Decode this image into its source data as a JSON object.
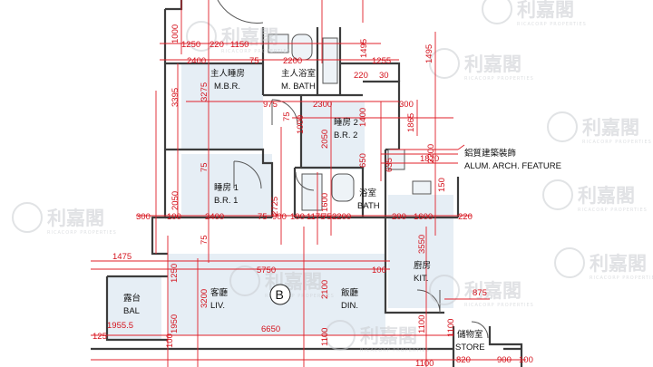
{
  "flat_label": "B",
  "rooms": {
    "master_bedroom": {
      "zh": "主人睡房",
      "en": "M.B.R."
    },
    "master_bath": {
      "zh": "主人浴室",
      "en": "M. BATH"
    },
    "bedroom2": {
      "zh": "睡房 2",
      "en": "B.R. 2"
    },
    "bedroom1": {
      "zh": "睡房 1",
      "en": "B.R. 1"
    },
    "bath": {
      "zh": "浴室",
      "en": "BATH"
    },
    "kitchen": {
      "zh": "廚房",
      "en": "KIT."
    },
    "living": {
      "zh": "客廳",
      "en": "LIV."
    },
    "dining": {
      "zh": "飯廳",
      "en": "DIN."
    },
    "balcony": {
      "zh": "露台",
      "en": "BAL"
    },
    "store": {
      "zh": "儲物室",
      "en": "STORE"
    }
  },
  "feature_note": {
    "zh": "鋁質建築裝飾",
    "en": "ALUM. ARCH. FEATURE"
  },
  "watermark": {
    "zh": "利嘉閣",
    "en": "RICACORP PROPERTIES"
  },
  "dimensions": {
    "d1250": "1250",
    "d220a": "220",
    "d1150": "1150",
    "d1495a": "1495",
    "d2400a": "2400",
    "d75a": "75",
    "d2200a": "2200",
    "d1255": "1255",
    "d1495b": "1495",
    "d220b": "220",
    "d30": "30",
    "d3395": "3395",
    "d3275": "3275",
    "d1000a": "1000",
    "d975": "975",
    "d2300": "2300",
    "d300": "300",
    "d1865": "1865",
    "d75b": "75",
    "d1000b": "1000",
    "d1400": "1400",
    "d2200b": "2200",
    "d2050a": "2050",
    "d650": "650",
    "d635": "635",
    "d1820": "1820",
    "d2725": "2725",
    "d1600a": "1600",
    "d150": "150",
    "d2050b": "2050",
    "d75c": "75",
    "d300b": "300",
    "d100a": "100",
    "d2400b": "2400",
    "d75d": "75",
    "d900a": "900",
    "d100b": "100",
    "d1175": "1175",
    "d75e": "75",
    "d2200c": "2200",
    "d200a": "200",
    "d1600b": "1600",
    "d220c": "220",
    "d1475": "1475",
    "d1250b": "1250",
    "d3550": "3550",
    "d75f": "75",
    "d5750": "5750",
    "d100c": "100",
    "d3200": "3200",
    "d2100": "2100",
    "d875": "875",
    "d1955": "1955.5",
    "d1950": "1950",
    "d125": "125",
    "d100d": "100",
    "d6650": "6650",
    "d1100a": "1100",
    "d1100b": "1100",
    "d1100c": "1100",
    "d820": "820",
    "d900b": "900",
    "d100e": "100",
    "d1100d": "1100"
  }
}
